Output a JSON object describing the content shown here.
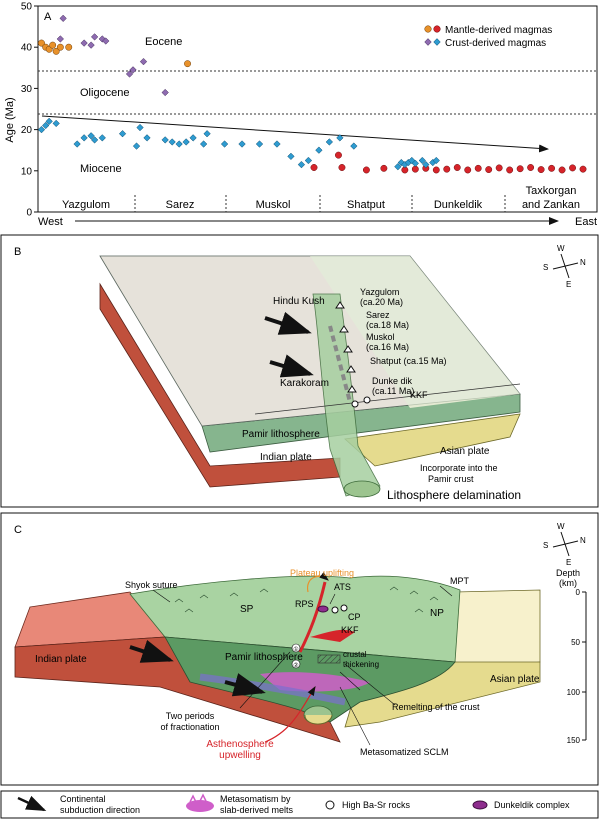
{
  "panelA": {
    "letter": "A",
    "ylabel": "Age (Ma)",
    "yticks": [
      "0",
      "10",
      "20",
      "30",
      "40",
      "50"
    ],
    "epochs": {
      "eocene": "Eocene",
      "oligocene": "Oligocene",
      "miocene": "Miocene"
    },
    "legend": {
      "mantle": "Mantle-derived magmas",
      "crust": "Crust-derived magmas"
    },
    "regions": [
      "Yazgulom",
      "Sarez",
      "Muskol",
      "Shatput",
      "Dunkeldik"
    ],
    "region_last_1": "Taxkorgan",
    "region_last_2": "and Zankan",
    "west": "West",
    "east": "East"
  },
  "chart_data": {
    "type": "scatter",
    "ylabel": "Age (Ma)",
    "ylim": [
      0,
      50
    ],
    "epoch_boundaries": [
      34,
      23
    ],
    "x_categories": [
      "Yazgulom",
      "Sarez",
      "Muskol",
      "Shatput",
      "Dunkeldik",
      "Taxkorgan and Zankan"
    ],
    "colors": {
      "mantle_eocene": "#e8912a",
      "crust_eocene": "#8e6bb0",
      "mantle_miocene": "#d6242a",
      "crust_miocene": "#2e9bd0"
    },
    "series": [
      {
        "name": "Mantle-derived magmas",
        "points": [
          [
            0.5,
            41
          ],
          [
            1.1,
            40
          ],
          [
            1.6,
            39.5
          ],
          [
            2.1,
            40.5
          ],
          [
            2.6,
            39
          ],
          [
            3.2,
            40
          ],
          [
            4.4,
            40
          ],
          [
            21.4,
            36
          ],
          [
            39.5,
            10.8
          ],
          [
            43,
            13.8
          ],
          [
            43.5,
            10.8
          ],
          [
            47,
            10.2
          ],
          [
            49.5,
            10.6
          ],
          [
            52.5,
            10.2
          ],
          [
            54,
            10.4
          ],
          [
            55.5,
            10.6
          ],
          [
            57,
            10.2
          ],
          [
            58.5,
            10.4
          ],
          [
            60,
            10.8
          ],
          [
            61.5,
            10.2
          ],
          [
            63,
            10.6
          ],
          [
            64.5,
            10.3
          ],
          [
            66,
            10.7
          ],
          [
            67.5,
            10.2
          ],
          [
            69,
            10.5
          ],
          [
            70.5,
            10.8
          ],
          [
            72,
            10.3
          ],
          [
            73.5,
            10.6
          ],
          [
            75,
            10.2
          ],
          [
            76.5,
            10.7
          ],
          [
            78,
            10.4
          ]
        ]
      },
      {
        "name": "Crust-derived magmas",
        "points": [
          [
            3.2,
            42
          ],
          [
            3.6,
            47
          ],
          [
            6.6,
            41
          ],
          [
            7.6,
            40.5
          ],
          [
            8.1,
            42.5
          ],
          [
            9.2,
            42
          ],
          [
            9.7,
            41.5
          ],
          [
            13.1,
            33.5
          ],
          [
            13.6,
            34.5
          ],
          [
            15.1,
            36.5
          ],
          [
            18.2,
            29
          ],
          [
            0.5,
            20
          ],
          [
            1.1,
            21
          ],
          [
            1.6,
            22
          ],
          [
            2.6,
            21.5
          ],
          [
            5.6,
            16.5
          ],
          [
            6.6,
            18
          ],
          [
            7.6,
            18.5
          ],
          [
            8.1,
            17.5
          ],
          [
            9.2,
            18
          ],
          [
            12.1,
            19
          ],
          [
            14.1,
            16
          ],
          [
            14.6,
            20.5
          ],
          [
            15.6,
            18
          ],
          [
            18.2,
            17.5
          ],
          [
            19.2,
            17
          ],
          [
            20.2,
            16.5
          ],
          [
            21.2,
            17
          ],
          [
            22.2,
            18
          ],
          [
            23.7,
            16.5
          ],
          [
            24.2,
            19
          ],
          [
            26.7,
            16.5
          ],
          [
            29.2,
            16.5
          ],
          [
            31.7,
            16.5
          ],
          [
            34.2,
            16.5
          ],
          [
            36.2,
            13.5
          ],
          [
            37.7,
            11.5
          ],
          [
            38.7,
            12.5
          ],
          [
            40.2,
            15
          ],
          [
            41.7,
            17
          ],
          [
            43.2,
            18
          ],
          [
            45.2,
            16
          ],
          [
            51.5,
            11
          ],
          [
            52,
            12
          ],
          [
            52.5,
            11.5
          ],
          [
            53,
            12
          ],
          [
            53.5,
            12.5
          ],
          [
            54,
            11.8
          ],
          [
            55,
            12.5
          ],
          [
            55.5,
            11.5
          ],
          [
            56.5,
            12
          ],
          [
            57,
            12.5
          ]
        ]
      }
    ]
  },
  "panelB": {
    "letter": "B",
    "hindu_kush": "Hindu Kush",
    "karakoram": "Karakoram",
    "pamir_lith": "Pamir lithosphere",
    "indian_plate": "Indian plate",
    "asian_plate": "Asian plate",
    "kkf": "KKF",
    "incorporate_1": "Incorporate into the",
    "incorporate_2": "Pamir crust",
    "delamination": "Lithosphere delamination",
    "ages": [
      {
        "name": "Yazgulom",
        "age": "(ca.20 Ma)"
      },
      {
        "name": "Sarez",
        "age": "(ca.18 Ma)"
      },
      {
        "name": "Muskol",
        "age": "(ca.16 Ma)"
      },
      {
        "name": "Shatput (ca.15 Ma)",
        "age": ""
      },
      {
        "name": "Dunke dik",
        "age": "(ca.11 Ma)"
      }
    ]
  },
  "panelC": {
    "letter": "C",
    "plateau": "Plateau uplifting",
    "ats": "ATS",
    "shyok": "Shyok suture",
    "mpt": "MPT",
    "sp": "SP",
    "rps": "RPS",
    "cp": "CP",
    "np": "NP",
    "kkf": "KKF",
    "pamir_lith": "Pamir lithosphere",
    "indian_plate": "Indian plate",
    "asian_plate": "Asian plate",
    "crustal_1": "crustal",
    "crustal_2": "thickening",
    "fract_1": "Two periods",
    "fract_2": "of fractionation",
    "remelt": "Remelting of the crust",
    "astheno_1": "Asthenosphere",
    "astheno_2": "upwelling",
    "sclm": "Metasomatized SCLM",
    "n1": "①",
    "n2": "②",
    "depth_title_1": "Depth",
    "depth_title_2": "(km)",
    "depth_ticks": [
      "0",
      "50",
      "100",
      "150"
    ]
  },
  "compass": {
    "n": "N",
    "s": "S",
    "e": "E",
    "w": "W"
  },
  "legend_bottom": {
    "subduction_1": "Continental",
    "subduction_2": "subduction direction",
    "metasom_1": "Metasomatism by",
    "metasom_2": "slab-derived melts",
    "highba": "High Ba-Sr rocks",
    "dunkeldik": "Dunkeldik complex"
  }
}
